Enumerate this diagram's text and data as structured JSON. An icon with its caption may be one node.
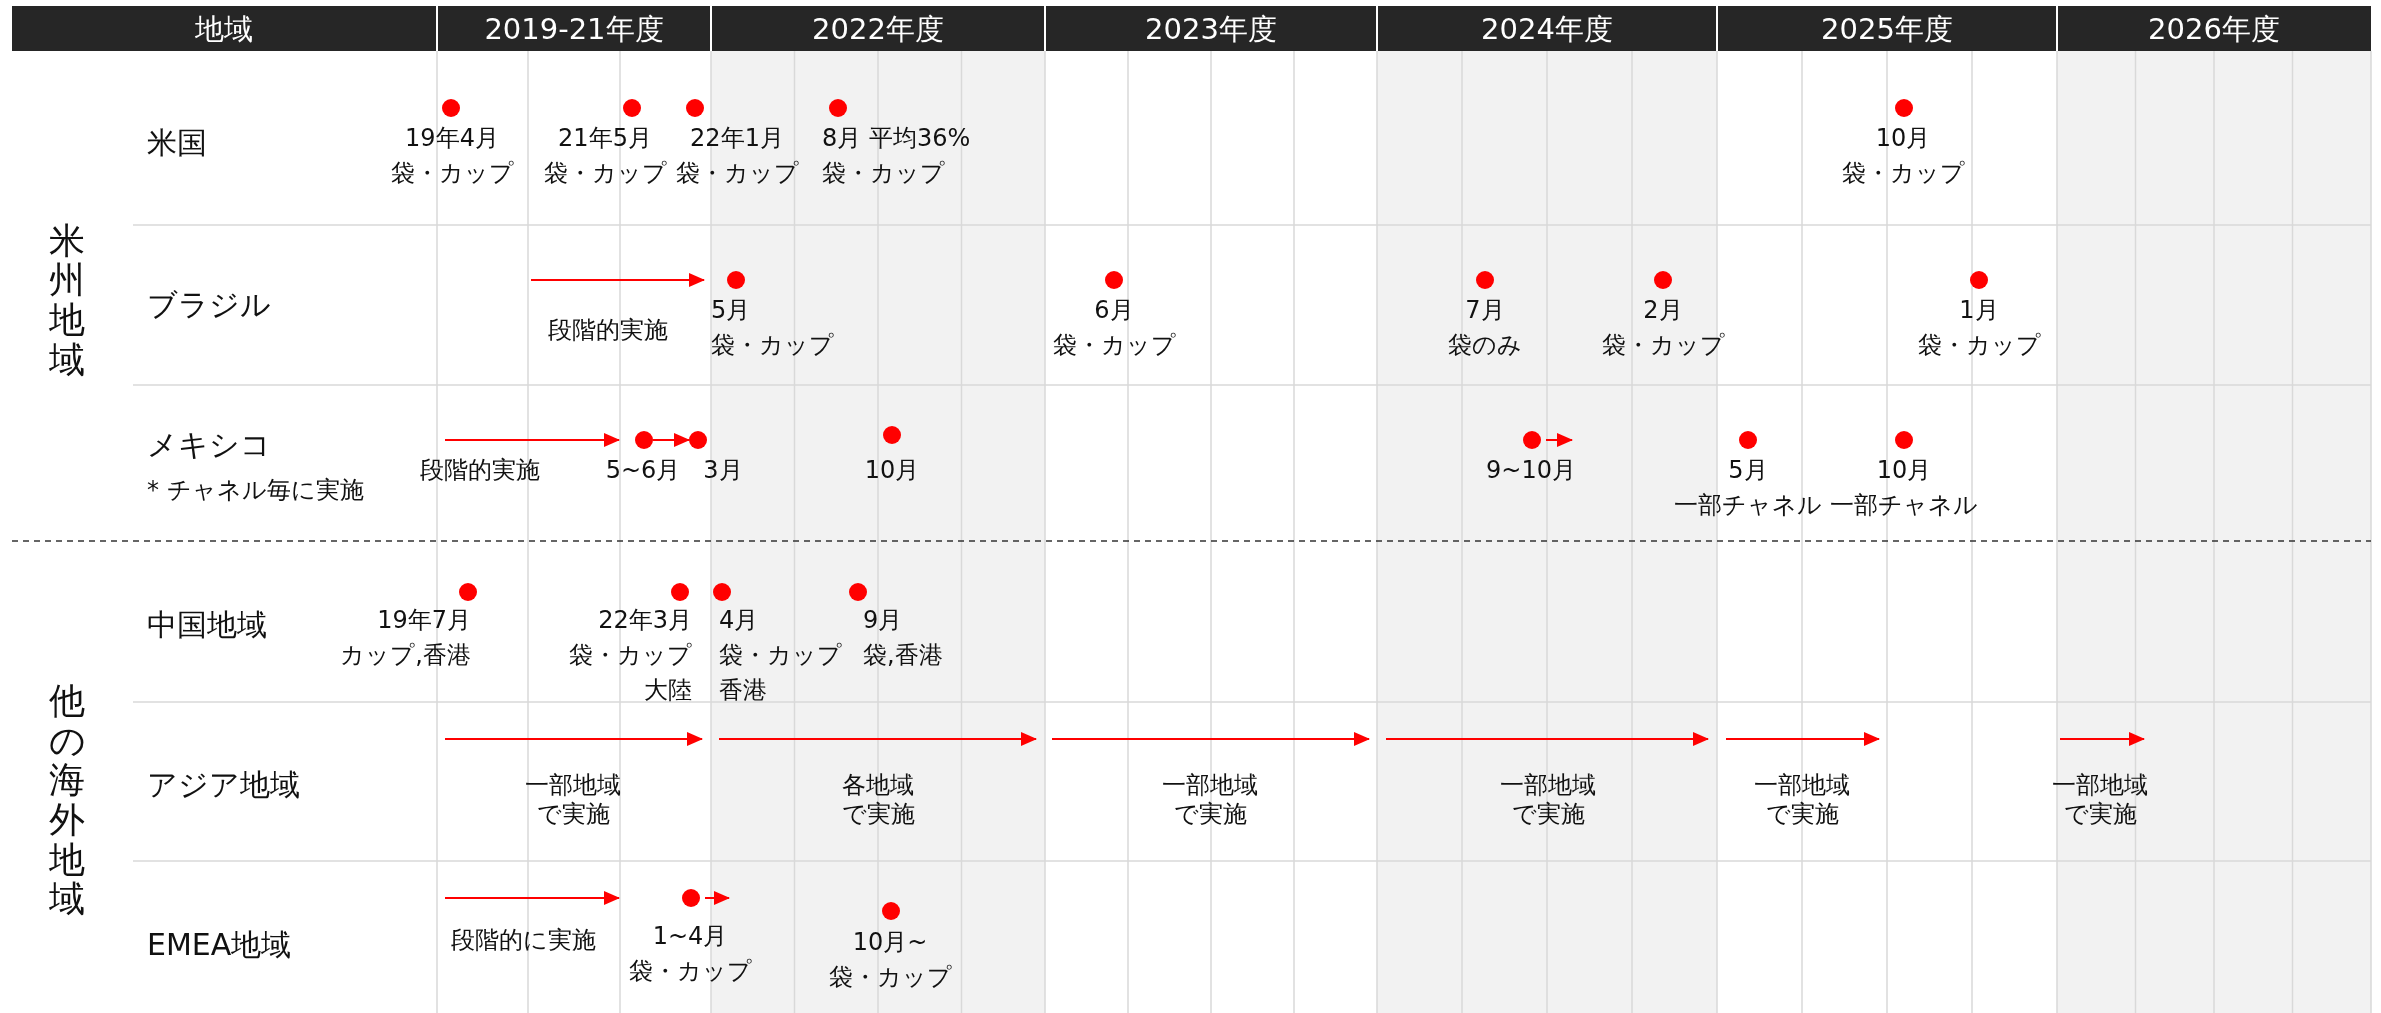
{
  "diagram": {
    "nodes": [
      {
        "text": [],
        "shape": "circle",
        "beside": [
          "19年4月",
          "袋・カップ"
        ]
      },
      {
        "text": [],
        "shape": "circle",
        "beside": [
          "21年5月",
          "袋・カップ"
        ]
      },
      {
        "text": [],
        "shape": "circle",
        "beside": [
          "22年1月",
          "袋・カップ"
        ]
      },
      {
        "text": [],
        "shape": "circle",
        "beside": [
          "8月 平均36%",
          "袋・カップ"
        ]
      },
      {
        "text": [],
        "shape": "circle",
        "beside": [
          "10月",
          "袋・カップ"
        ]
      },
      {
        "text": [],
        "shape": "circle",
        "beside": [
          "5月",
          "袋・カップ"
        ]
      },
      {
        "text": [],
        "shape": "circle",
        "beside": [
          "6月",
          "袋・カップ"
        ]
      },
      {
        "text": [],
        "shape": "circle",
        "beside": [
          "7月",
          "袋のみ"
        ]
      },
      {
        "text": [],
        "shape": "circle",
        "beside": [
          "2月",
          "袋・カップ"
        ]
      },
      {
        "text": [],
        "shape": "circle",
        "beside": [
          "1月",
          "袋・カップ"
        ]
      },
      {
        "text": [],
        "shape": "circle",
        "beside": [
          "5~6月"
        ]
      },
      {
        "text": [],
        "shape": "circle",
        "beside": [
          "3月"
        ]
      },
      {
        "text": [],
        "shape": "circle",
        "beside": [
          "10月"
        ]
      },
      {
        "text": [],
        "shape": "circle",
        "beside": [
          "9~10月"
        ]
      },
      {
        "text": [],
        "shape": "circle",
        "beside": [
          "5月",
          "一部チャネル"
        ]
      },
      {
        "text": [],
        "shape": "circle",
        "beside": [
          "10月",
          "一部チャネル"
        ]
      },
      {
        "text": [],
        "shape": "circle",
        "beside": [
          "19年7月",
          "カップ,香港"
        ]
      },
      {
        "text": [],
        "shape": "circle",
        "beside": [
          "22年3月",
          "袋・カップ",
          "大陸"
        ]
      },
      {
        "text": [],
        "shape": "circle",
        "beside": [
          "4月",
          "袋・カップ",
          "香港"
        ]
      },
      {
        "text": [],
        "shape": "circle",
        "beside": [
          "9月",
          "袋,香港"
        ]
      },
      {
        "text": [],
        "shape": "circle",
        "beside": [
          "1~4月",
          "袋・カップ"
        ]
      },
      {
        "text": [],
        "shape": "circle",
        "beside": [
          "10月~",
          "袋・カップ"
        ]
      }
    ],
    "edges": [
      {
        "from": 10,
        "to": 11,
        "arrow": "to"
      }
    ],
    "labels": [
      "地域",
      "2019-21年度",
      "2022年度",
      "2023年度",
      "2024年度",
      "2025年度",
      "2026年度",
      "米州地域",
      "米国",
      "ブラジル",
      "段階的実施",
      "メキシコ",
      "* チャネル毎に実施",
      "段階的実施",
      "他の海外地域",
      "中国地域",
      "アジア地域",
      "一部地域で実施",
      "各地域で実施",
      "一部地域で実施",
      "一部地域で実施",
      "一部地域で実施",
      "一部地域で実施",
      "EMEA地域",
      "段階的に実施"
    ]
  }
}
